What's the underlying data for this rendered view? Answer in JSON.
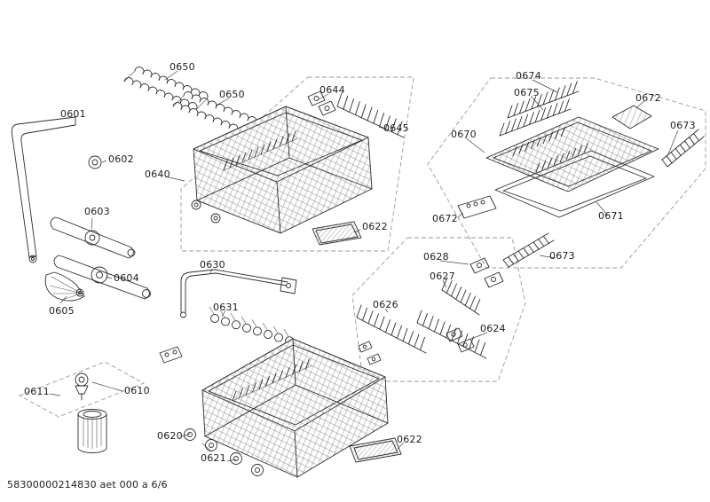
{
  "footer": {
    "text": "58300000214830 aet 000 a 6/6"
  },
  "colors": {
    "ink": "#2b2b2b",
    "boundary_dash": "#9a9a9a",
    "tray_fill": "#f0f0f0"
  },
  "labels": [
    {
      "text": "0650"
    },
    {
      "text": "0650"
    },
    {
      "text": "0601"
    },
    {
      "text": "0644"
    },
    {
      "text": "0674"
    },
    {
      "text": "0675"
    },
    {
      "text": "0672"
    },
    {
      "text": "0602"
    },
    {
      "text": "0645"
    },
    {
      "text": "0673"
    },
    {
      "text": "0670"
    },
    {
      "text": "0640"
    },
    {
      "text": "0603"
    },
    {
      "text": "0622"
    },
    {
      "text": "0672"
    },
    {
      "text": "0671"
    },
    {
      "text": "0604"
    },
    {
      "text": "0673"
    },
    {
      "text": "0630"
    },
    {
      "text": "0628"
    },
    {
      "text": "0605"
    },
    {
      "text": "0627"
    },
    {
      "text": "0631"
    },
    {
      "text": "0626"
    },
    {
      "text": "0624"
    },
    {
      "text": "0611"
    },
    {
      "text": "0610"
    },
    {
      "text": "0620"
    },
    {
      "text": "0621"
    },
    {
      "text": "0622"
    }
  ]
}
